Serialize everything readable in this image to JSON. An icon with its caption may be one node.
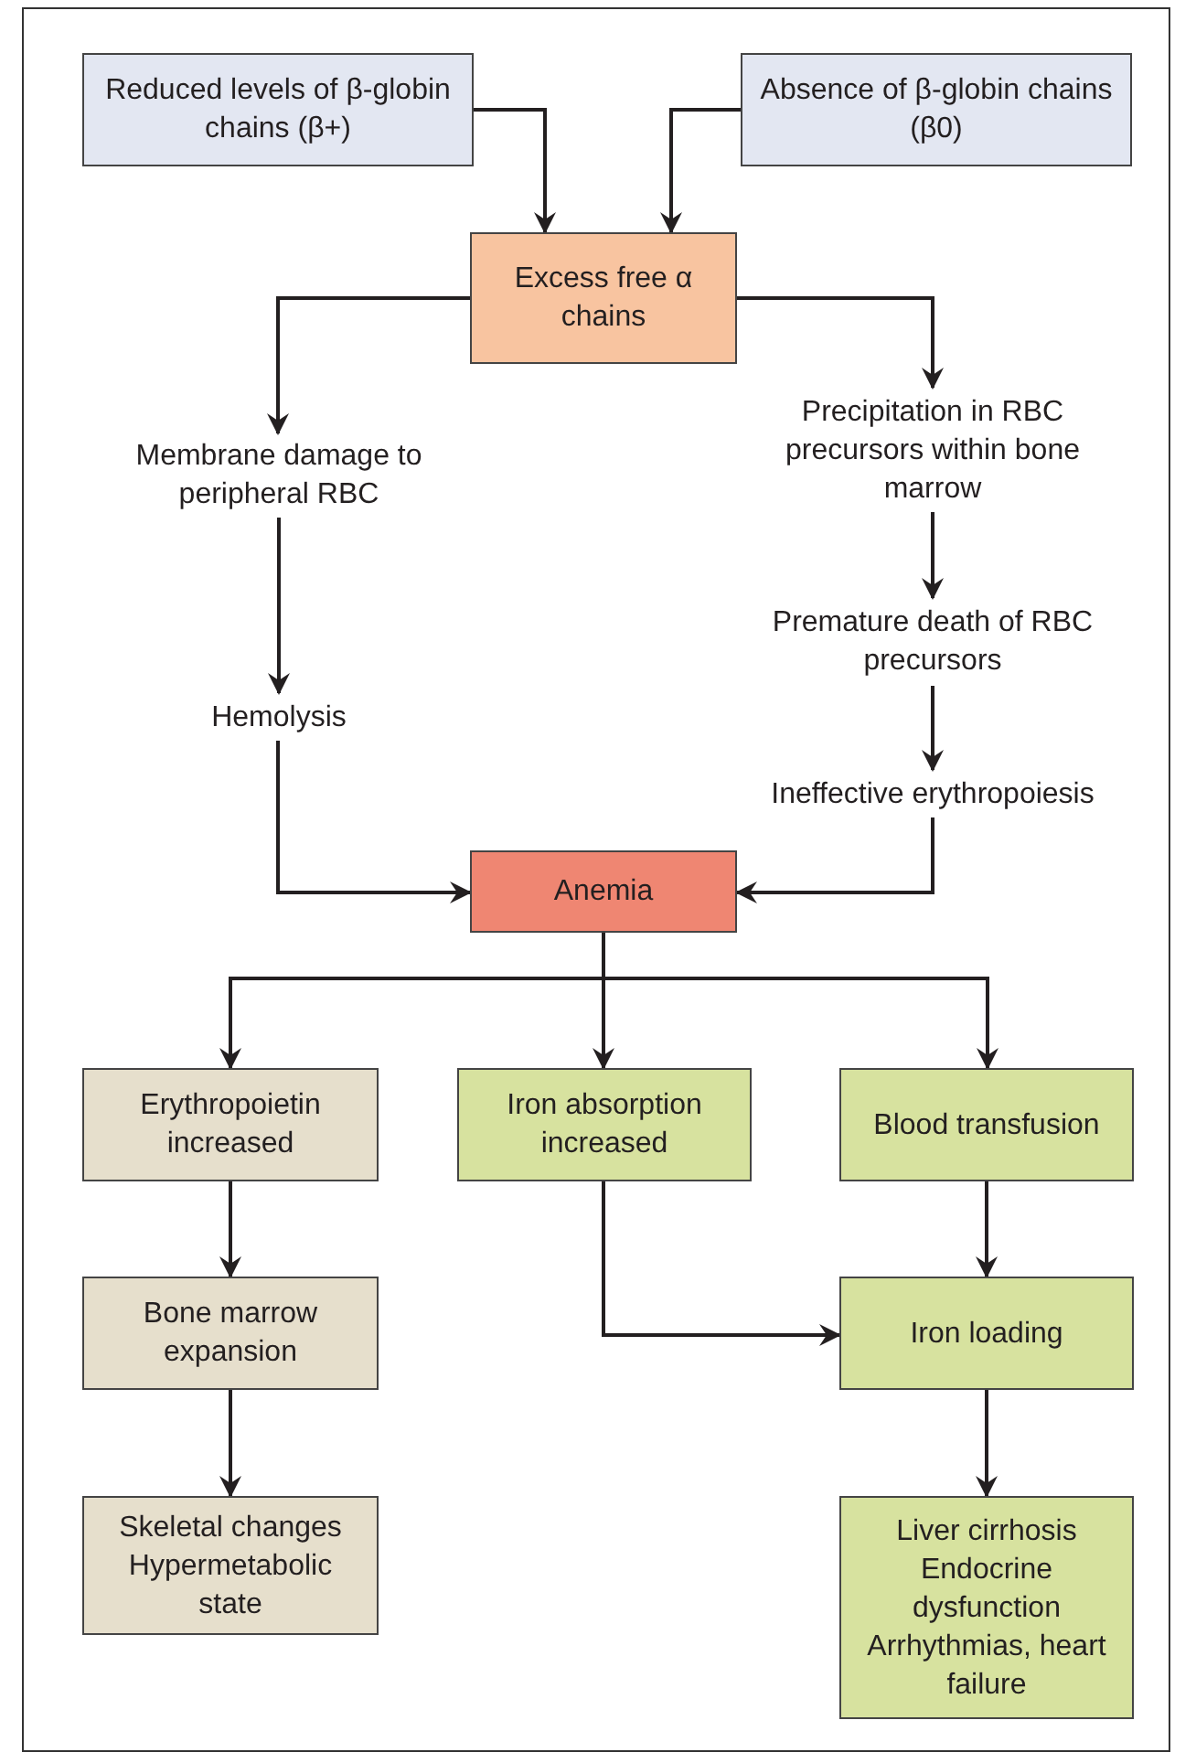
{
  "diagram": {
    "nodes": [
      {
        "text": [
          "Reduced levels of β-globin chains (β+)"
        ]
      },
      {
        "text": [
          "Absence of β-globin chains (β0)"
        ]
      },
      {
        "text": [
          "Excess free α chains"
        ]
      },
      {
        "text": [
          "Membrane damage to peripheral RBC"
        ]
      },
      {
        "text": [
          "Precipitation in RBC precursors within bone marrow"
        ]
      },
      {
        "text": [
          "Hemolysis"
        ]
      },
      {
        "text": [
          "Premature death of RBC precursors"
        ]
      },
      {
        "text": [
          "Ineffective erythropoiesis"
        ]
      },
      {
        "text": [
          "Anemia"
        ]
      },
      {
        "text": [
          "Erythropoietin increased"
        ]
      },
      {
        "text": [
          "Iron absorption increased"
        ]
      },
      {
        "text": [
          "Blood transfusion"
        ]
      },
      {
        "text": [
          "Bone marrow expansion"
        ]
      },
      {
        "text": [
          "Iron loading"
        ]
      },
      {
        "text": [
          "Skeletal changes",
          "Hypermetabolic state"
        ]
      },
      {
        "text": [
          "Liver cirrhosis",
          "Endocrine dysfunction",
          "Arrhythmias, heart failure"
        ]
      }
    ],
    "edges": [
      {
        "from": 0,
        "to": 2,
        "arrow": "to"
      },
      {
        "from": 1,
        "to": 2,
        "arrow": "to"
      },
      {
        "from": 2,
        "to": 3,
        "arrow": "to"
      },
      {
        "from": 2,
        "to": 4,
        "arrow": "to"
      },
      {
        "from": 3,
        "to": 5,
        "arrow": "to"
      },
      {
        "from": 4,
        "to": 6,
        "arrow": "to"
      },
      {
        "from": 6,
        "to": 7,
        "arrow": "to"
      },
      {
        "from": 5,
        "to": 8,
        "arrow": "to"
      },
      {
        "from": 7,
        "to": 8,
        "arrow": "to"
      },
      {
        "from": 8,
        "to": 9,
        "arrow": "to"
      },
      {
        "from": 8,
        "to": 10,
        "arrow": "to"
      },
      {
        "from": 8,
        "to": 11,
        "arrow": "to"
      },
      {
        "from": 9,
        "to": 12,
        "arrow": "to"
      },
      {
        "from": 12,
        "to": 14,
        "arrow": "to"
      },
      {
        "from": 11,
        "to": 13,
        "arrow": "to"
      },
      {
        "from": 13,
        "to": 15,
        "arrow": "to"
      },
      {
        "from": 10,
        "to": 13,
        "arrow": "to"
      }
    ]
  }
}
